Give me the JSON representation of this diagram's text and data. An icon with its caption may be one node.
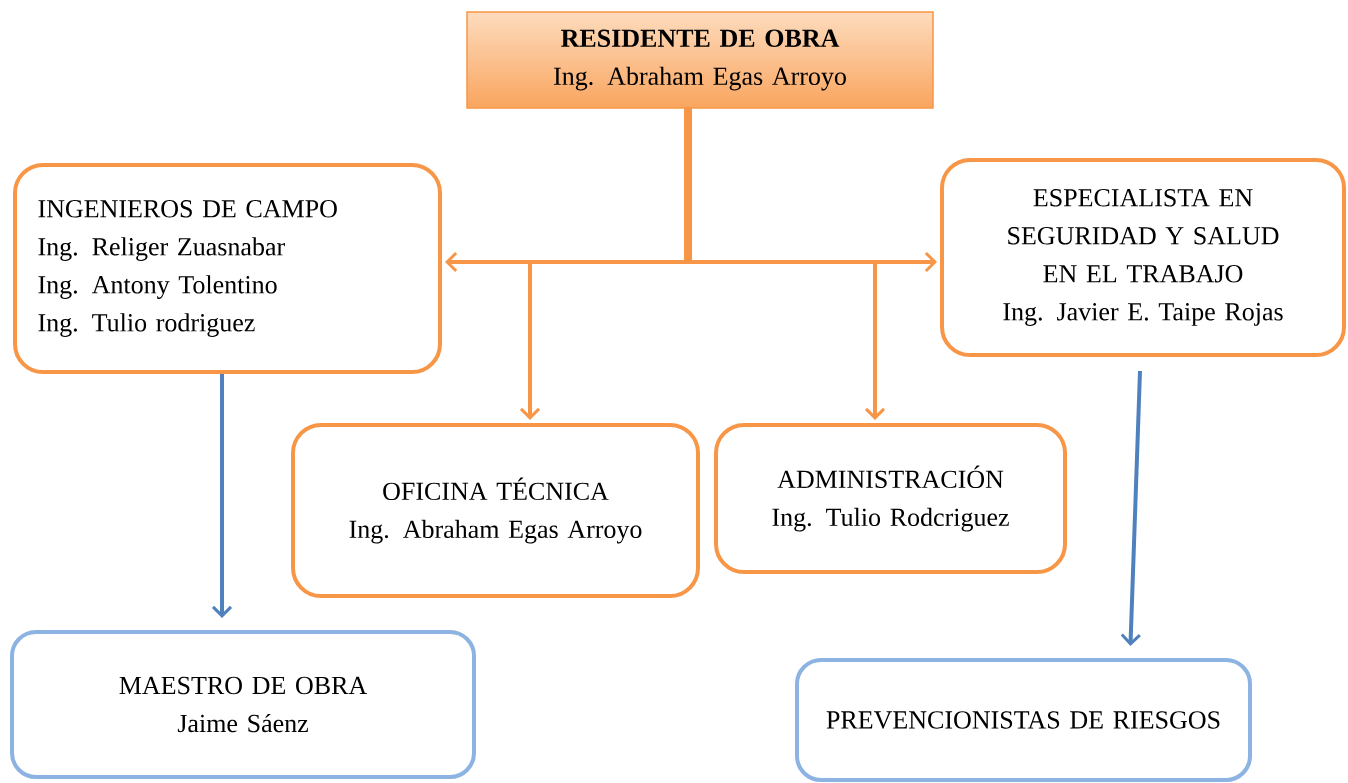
{
  "diagram": {
    "nodes": [
      {
        "text": [
          "RESIDENTE DE OBRA",
          "Ing. Abraham Egas Arroyo"
        ]
      },
      {
        "text": [
          "INGENIEROS DE CAMPO",
          "Ing. Religer Zuasnabar",
          "Ing. Antony Tolentino",
          "Ing. Tulio rodriguez"
        ]
      },
      {
        "text": [
          "OFICINA TÉCNICA",
          "Ing. Abraham Egas Arroyo"
        ]
      },
      {
        "text": [
          "ADMINISTRACIÓN",
          "Ing. Tulio Rodcriguez"
        ]
      },
      {
        "text": [
          "ESPECIALISTA EN SEGURIDAD Y SALUD EN EL TRABAJO",
          "Ing. Javier E. Taipe Rojas"
        ]
      },
      {
        "text": [
          "MAESTRO DE OBRA",
          "Jaime Sáenz"
        ]
      },
      {
        "text": [
          "PREVENCIONISTAS DE RIESGOS"
        ]
      }
    ],
    "edges": [
      {
        "from": 0,
        "to": 1,
        "arrow": "to"
      },
      {
        "from": 0,
        "to": 2,
        "arrow": "to"
      },
      {
        "from": 0,
        "to": 3,
        "arrow": "to"
      },
      {
        "from": 0,
        "to": 4,
        "arrow": "to"
      },
      {
        "from": 1,
        "to": 5,
        "arrow": "to",
        "color": "#4f81bd"
      },
      {
        "from": 4,
        "to": 6,
        "arrow": "to",
        "color": "#4f81bd"
      }
    ]
  }
}
